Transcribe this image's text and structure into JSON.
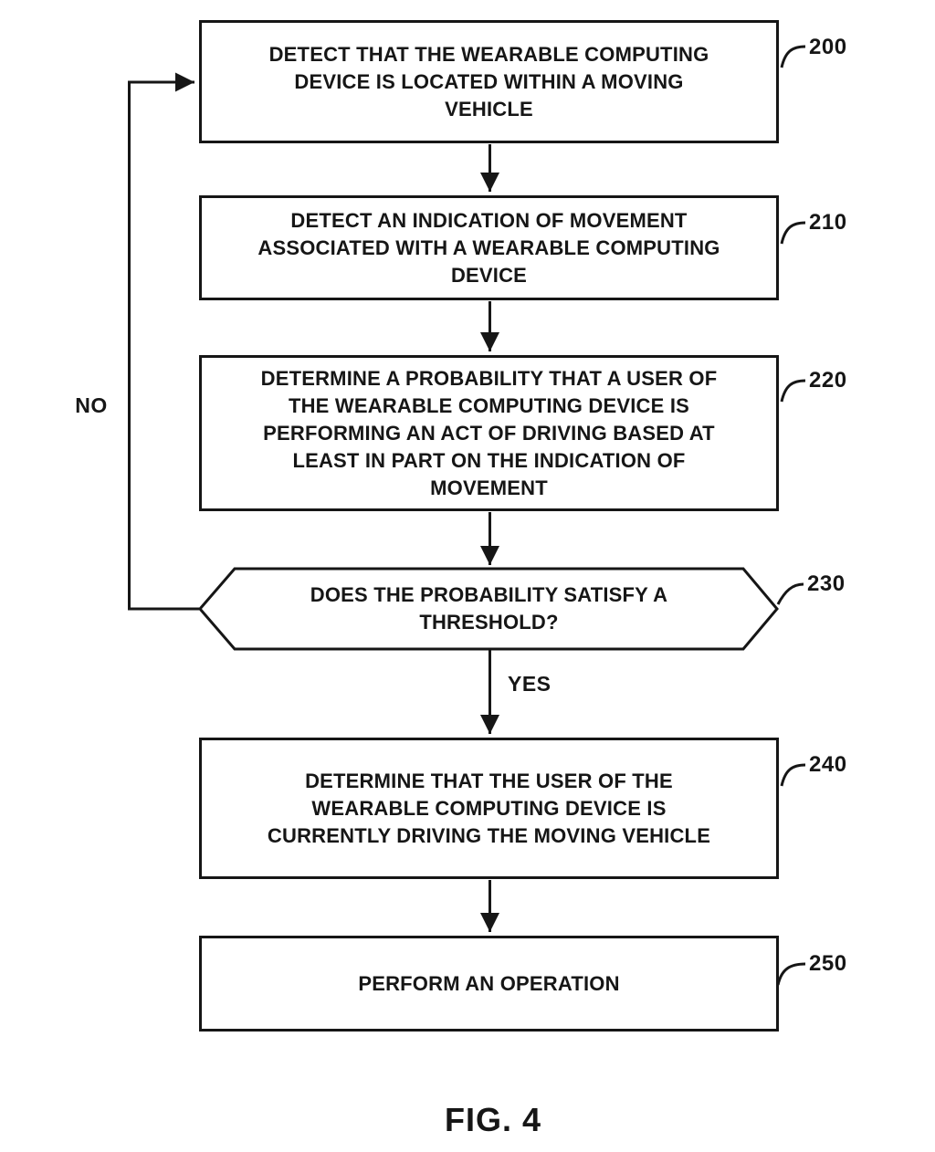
{
  "figure": {
    "caption": "FIG. 4",
    "branch_labels": {
      "no": "NO",
      "yes": "YES"
    },
    "colors": {
      "line": "#161616",
      "background": "#ffffff",
      "text": "#161616"
    },
    "steps": [
      {
        "ref": "200",
        "type": "process",
        "text": "DETECT THAT THE WEARABLE COMPUTING\nDEVICE IS LOCATED WITHIN A MOVING\nVEHICLE"
      },
      {
        "ref": "210",
        "type": "process",
        "text": "DETECT AN INDICATION OF MOVEMENT\nASSOCIATED WITH A WEARABLE COMPUTING\nDEVICE"
      },
      {
        "ref": "220",
        "type": "process",
        "text": "DETERMINE A PROBABILITY THAT A USER OF\nTHE WEARABLE COMPUTING DEVICE IS\nPERFORMING AN ACT OF DRIVING BASED AT\nLEAST IN PART ON THE INDICATION OF\nMOVEMENT"
      },
      {
        "ref": "230",
        "type": "decision",
        "text": "DOES THE PROBABILITY SATISFY A\nTHRESHOLD?"
      },
      {
        "ref": "240",
        "type": "process",
        "text": "DETERMINE THAT THE USER OF THE\nWEARABLE COMPUTING DEVICE IS\nCURRENTLY DRIVING THE MOVING VEHICLE"
      },
      {
        "ref": "250",
        "type": "process",
        "text": "PERFORM AN OPERATION"
      }
    ]
  }
}
